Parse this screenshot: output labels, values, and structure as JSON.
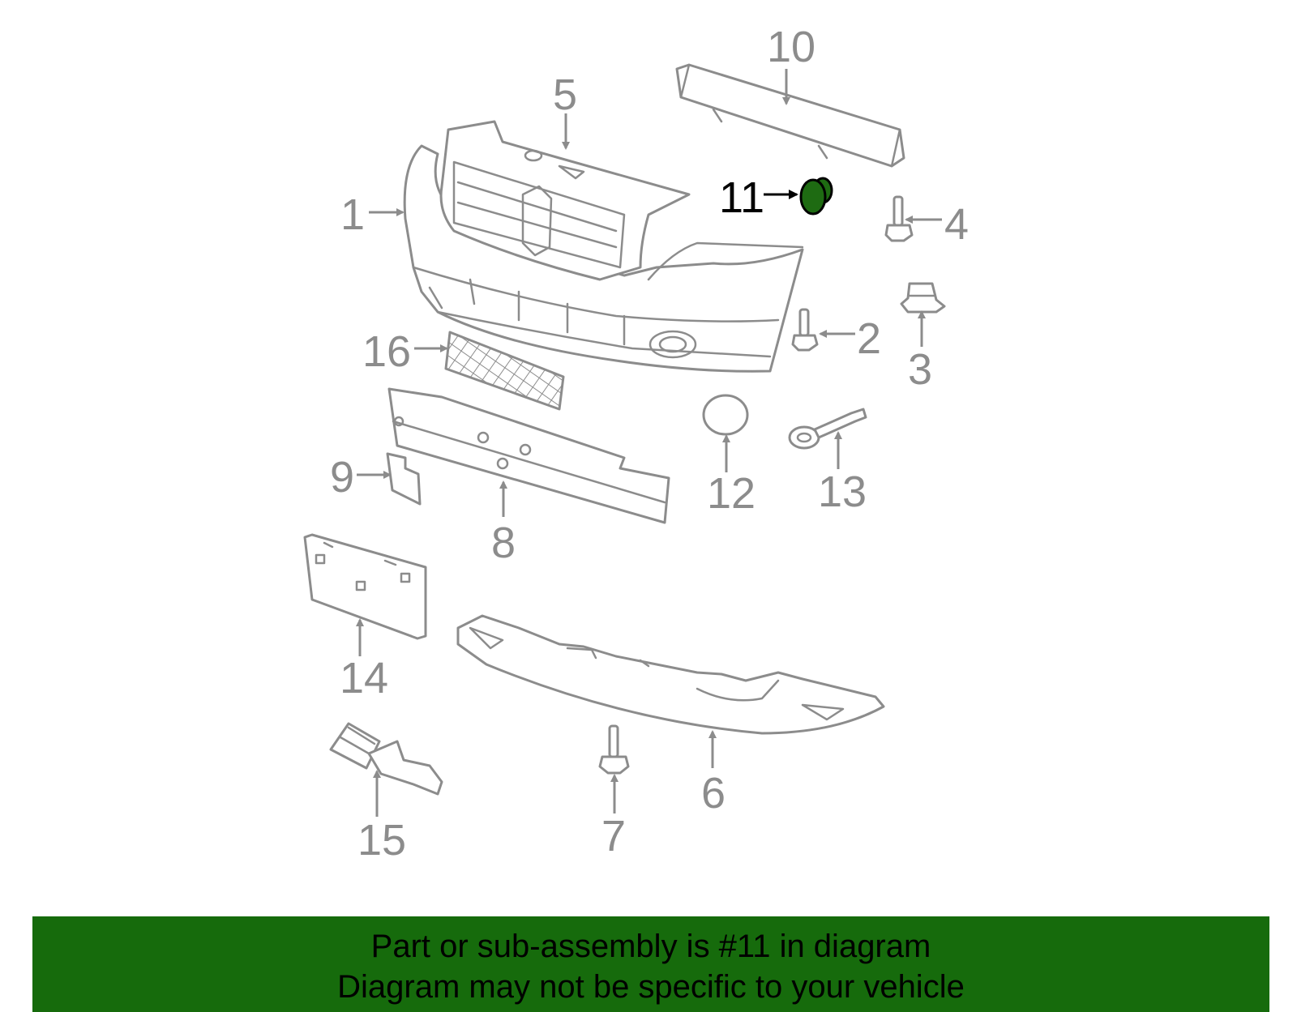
{
  "callouts": {
    "c1": "1",
    "c2": "2",
    "c3": "3",
    "c4": "4",
    "c5": "5",
    "c6": "6",
    "c7": "7",
    "c8": "8",
    "c9": "9",
    "c10": "10",
    "c11": "11",
    "c12": "12",
    "c13": "13",
    "c14": "14",
    "c15": "15",
    "c16": "16"
  },
  "highlight": {
    "part": "11",
    "color": "#1e6b12"
  },
  "banner": {
    "line1": "Part or sub-assembly is #11 in diagram",
    "line2": "Diagram may not be specific to your vehicle",
    "background": "#166b0c"
  }
}
